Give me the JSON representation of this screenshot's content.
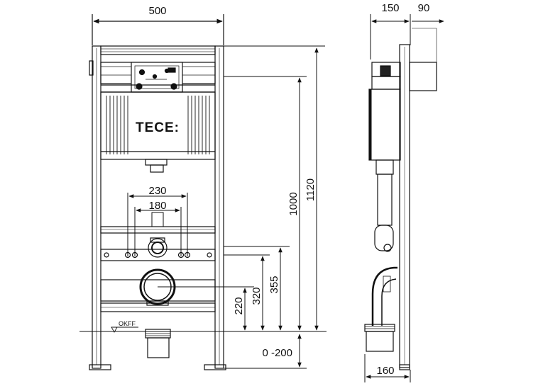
{
  "front_view": {
    "width_label": "500",
    "brand": "TECE:",
    "dim_230": "230",
    "dim_180": "180",
    "dim_1000": "1000",
    "dim_1120": "1120",
    "dim_355": "355",
    "dim_320": "320",
    "dim_220": "220",
    "dim_adjust": "0 -200",
    "floor_label": "OKFF"
  },
  "side_view": {
    "dim_150": "150",
    "dim_90": "90",
    "dim_160": "160"
  },
  "colors": {
    "line": "#111111",
    "fill_dark": "#222222",
    "fill_light": "#ffffff"
  }
}
